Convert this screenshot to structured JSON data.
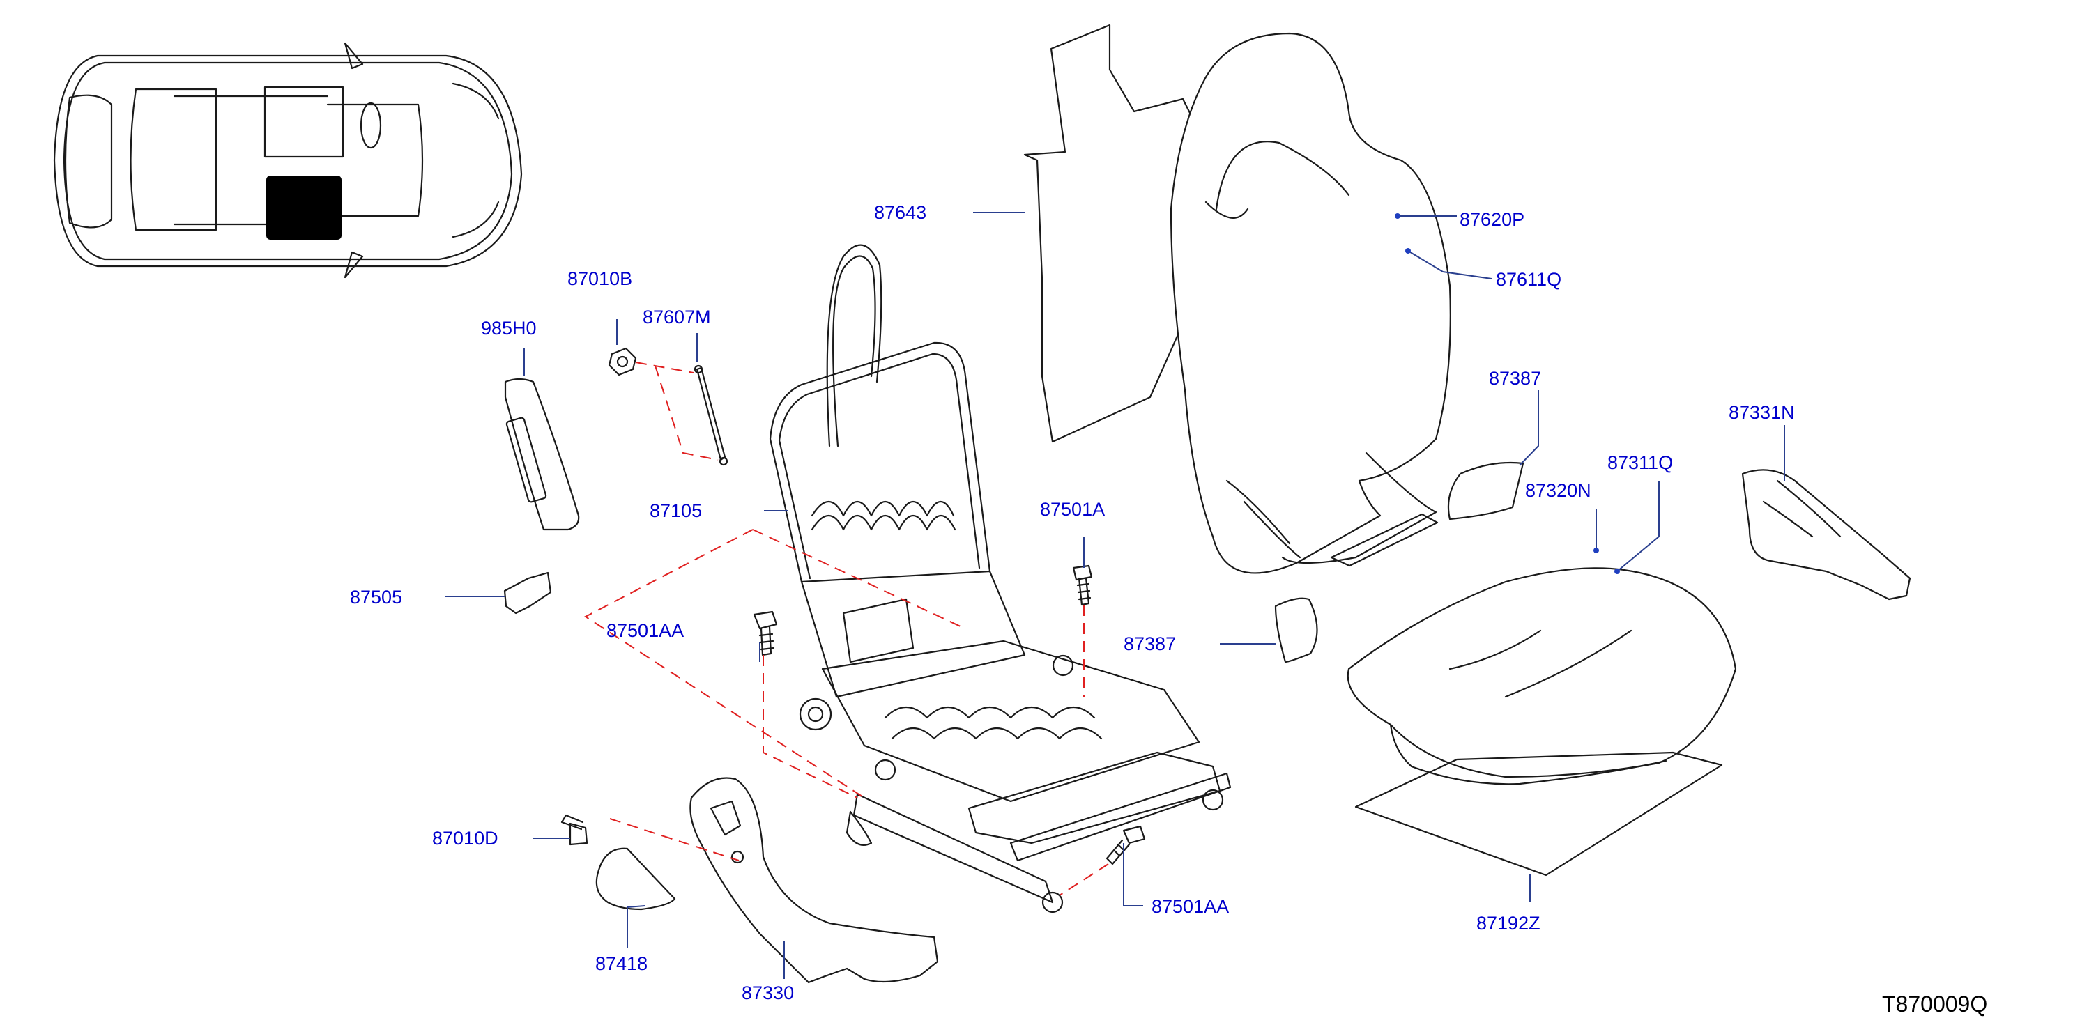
{
  "diagram": {
    "reference_code": "T870009Q",
    "part_labels": [
      "87643",
      "87620P",
      "87611Q",
      "87010B",
      "87607M",
      "985H0",
      "87387",
      "87331N",
      "87311Q",
      "87320N",
      "87105",
      "87501A",
      "87505",
      "87501AA",
      "87387",
      "87010D",
      "87501AA",
      "87418",
      "87330",
      "87192Z"
    ]
  }
}
